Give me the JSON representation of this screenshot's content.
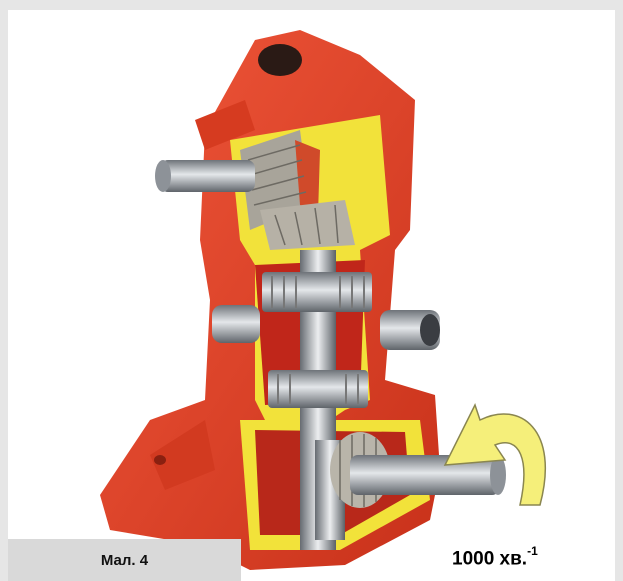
{
  "caption": {
    "label": "Мал. 4"
  },
  "speed": {
    "value": "1000 хв.",
    "exponent": "-1"
  },
  "colors": {
    "housing": "#e8472a",
    "cut_section": "#f2e23a",
    "arrow": "#f5ef7a",
    "steel": "#b8bcc2"
  },
  "icons": {
    "rotation": "curved-arrow-icon"
  }
}
